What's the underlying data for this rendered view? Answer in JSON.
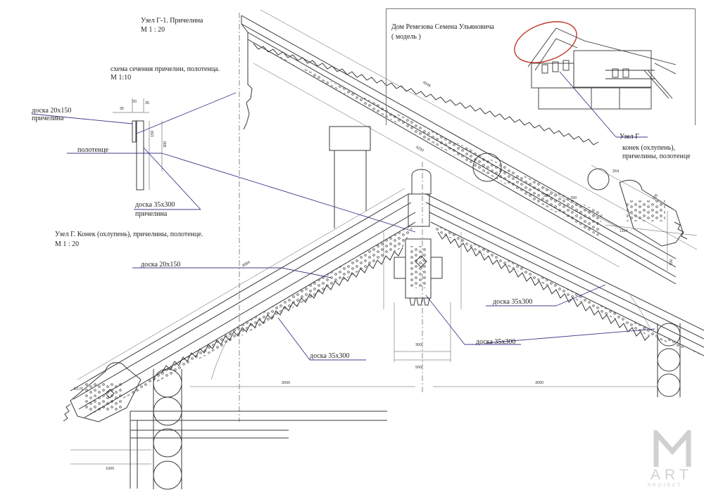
{
  "title_node_g1": "Узел Г-1.  Причелина",
  "scale_node_g1": "М 1 : 20",
  "section_title": "схема сечения причелин, полотенца.",
  "section_scale": "М 1:10",
  "callouts": {
    "board_20x150_a": "доска 20х150",
    "pricheLina_a": "причелина",
    "polotence": "полотенце",
    "board_35x300_a": "доска 35х300",
    "pricheLina_b": "причелина",
    "board_20x150_b": "доска 20х150",
    "board_35x300_b": "доска 35х300",
    "board_35x300_c": "доска 35х300",
    "board_35x300_d": "доска 35х300",
    "node_g": "Узел Г",
    "node_g_desc_1": "конек (охлупень),",
    "node_g_desc_2": "причелины, полотенце"
  },
  "title_node_g": "Узел Г. Конек (охлупень), причелины, полотенце.",
  "scale_node_g": "М 1 : 20",
  "model_caption_1": "Дом  Ремезова Семена Ульяновича",
  "model_caption_2": "( модель )",
  "dimensions": {
    "d20": "20",
    "d35a": "35",
    "d35b": "35",
    "d150": "150",
    "d300": "300",
    "d4546": "4546",
    "d4200": "4200",
    "d3684": "3684",
    "d3000a": "3000",
    "d3000b": "3000",
    "d1000": "1000",
    "d500": "500",
    "d300b": "300",
    "d1114": "1114",
    "d700": "700",
    "d200a": "200",
    "d200b": "200",
    "d264": "264",
    "d100": "100",
    "dR175": "R175"
  },
  "logo": {
    "letter": "M",
    "word": "ART",
    "sub": "PROJECT"
  },
  "colors": {
    "line": "#3a3a3a",
    "leader": "#3c3c8c",
    "highlight": "#c0392b",
    "logo": "#d0d0d0"
  }
}
